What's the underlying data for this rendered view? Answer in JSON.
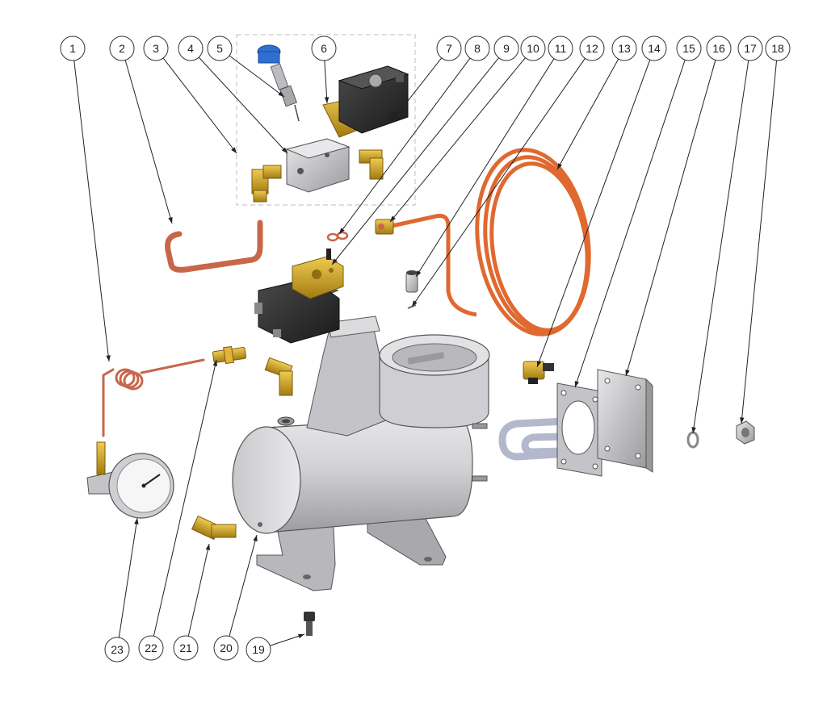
{
  "diagram": {
    "style": "exploded-assembly",
    "colors": {
      "copper": "#c8664a",
      "copper_dark": "#8a3f2c",
      "orange_coil": "#e0692f",
      "orange_dark": "#a84a1f",
      "brass": "#d4a62a",
      "brass_dark": "#8e6d14",
      "steel": "#cfcfd2",
      "steel_dark": "#7f7f84",
      "black_part": "#2b2b2b",
      "blue_cap": "#2f6fd1",
      "callout_line": "#222222",
      "subassembly_border": "#bbbbbb"
    },
    "callouts": [
      {
        "label": "1",
        "part": "capillary-coil-tube"
      },
      {
        "label": "2",
        "part": "copper-u-pipe"
      },
      {
        "label": "3",
        "part": "brass-elbow-left"
      },
      {
        "label": "4",
        "part": "valve-manifold-block"
      },
      {
        "label": "5",
        "part": "blue-cap-valve"
      },
      {
        "label": "6",
        "part": "solenoid-valve-top"
      },
      {
        "label": "7",
        "part": "small-screw"
      },
      {
        "label": "8",
        "part": "o-rings"
      },
      {
        "label": "9",
        "part": "brass-valve-plate"
      },
      {
        "label": "10",
        "part": "pipe-nut"
      },
      {
        "label": "11",
        "part": "small-sleeve"
      },
      {
        "label": "12",
        "part": "small-pin"
      },
      {
        "label": "13",
        "part": "orange-coil-pipe"
      },
      {
        "label": "14",
        "part": "thermostat"
      },
      {
        "label": "15",
        "part": "flange-gasket"
      },
      {
        "label": "16",
        "part": "heater-flange-plate"
      },
      {
        "label": "17",
        "part": "spring-washer"
      },
      {
        "label": "18",
        "part": "hex-nut"
      },
      {
        "label": "19",
        "part": "socket-screw"
      },
      {
        "label": "20",
        "part": "boiler-tank"
      },
      {
        "label": "21",
        "part": "brass-elbow-bottom"
      },
      {
        "label": "22",
        "part": "brass-straight-fitting"
      },
      {
        "label": "23",
        "part": "pressure-gauge"
      }
    ]
  }
}
